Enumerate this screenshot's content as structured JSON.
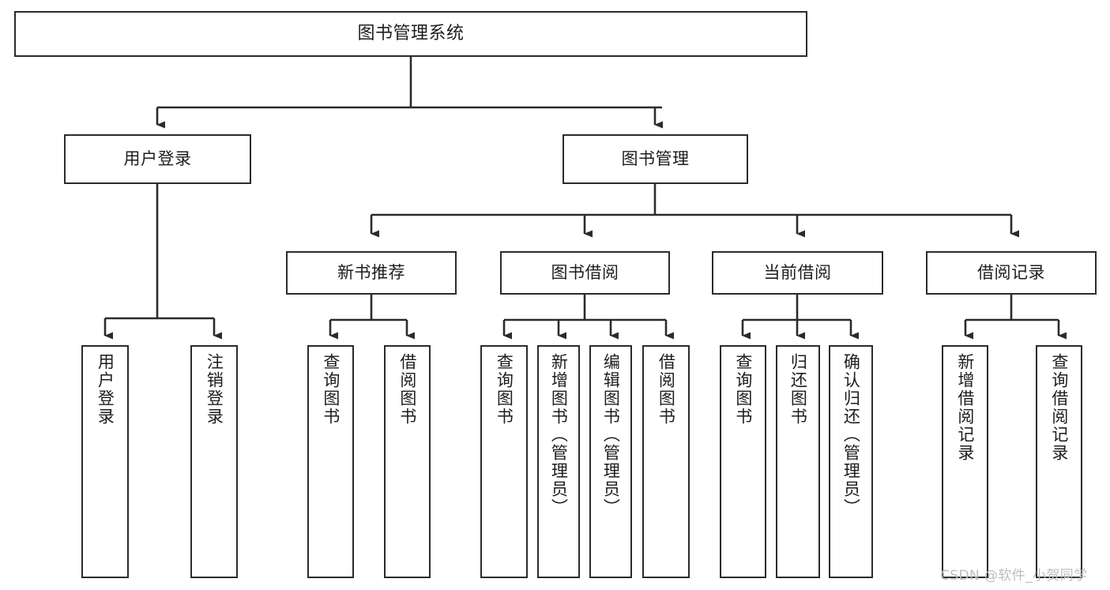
{
  "diagram": {
    "title": "图书管理系统",
    "type": "tree-hierarchy-chart",
    "watermark": "CSDN @软件_小贺同学",
    "colors": {
      "box_border": "#2b2b2b",
      "box_fill": "#ffffff",
      "connector": "#2b2b2b",
      "text": "#1d1d1d",
      "watermark": "#bdbdbd",
      "background": "#ffffff"
    },
    "root": {
      "label": "图书管理系统"
    },
    "level2": [
      {
        "label": "用户登录"
      },
      {
        "label": "图书管理"
      }
    ],
    "level3": [
      {
        "label": "新书推荐"
      },
      {
        "label": "图书借阅"
      },
      {
        "label": "当前借阅"
      },
      {
        "label": "借阅记录"
      }
    ],
    "leaves": {
      "user_login": [
        {
          "label": "用户登录"
        },
        {
          "label": "注销登录"
        }
      ],
      "new_book_recommend": [
        {
          "label": "查询图书"
        },
        {
          "label": "借阅图书"
        }
      ],
      "book_borrow": [
        {
          "label": "查询图书"
        },
        {
          "label": "新增图书（管理员）"
        },
        {
          "label": "编辑图书（管理员）"
        },
        {
          "label": "借阅图书"
        }
      ],
      "current_borrow": [
        {
          "label": "查询图书"
        },
        {
          "label": "归还图书"
        },
        {
          "label": "确认归还（管理员）"
        }
      ],
      "borrow_records": [
        {
          "label": "新增借阅记录"
        },
        {
          "label": "查询借阅记录"
        }
      ]
    }
  }
}
